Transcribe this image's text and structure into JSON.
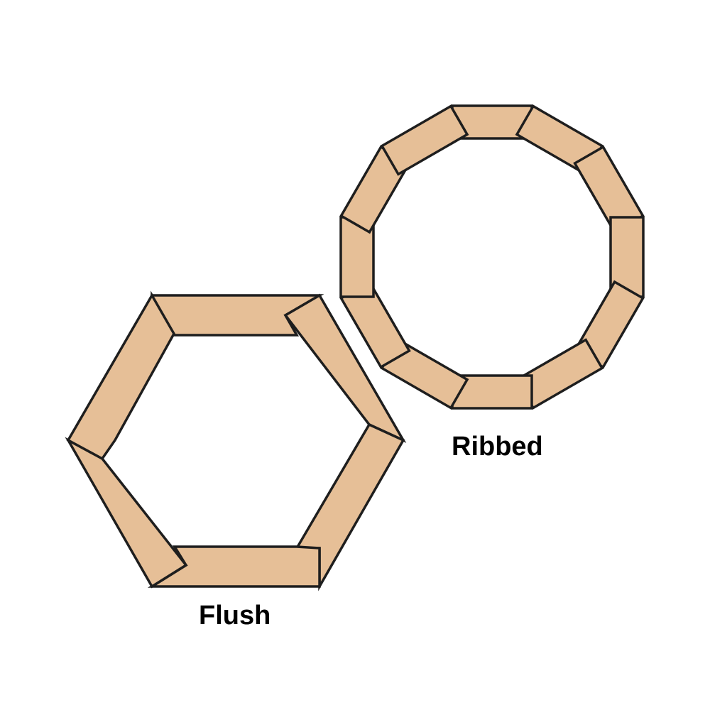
{
  "labels": {
    "flush": "Flush",
    "ribbed": "Ribbed"
  },
  "structures": {
    "flush": {
      "shape": "hexagon",
      "staves": 6
    },
    "ribbed": {
      "shape": "dodecagon",
      "staves": 12
    }
  },
  "colors": {
    "stave_fill": "#e6bf97",
    "outline": "#1e1e1e",
    "label": "#000000",
    "background": "#ffffff"
  }
}
